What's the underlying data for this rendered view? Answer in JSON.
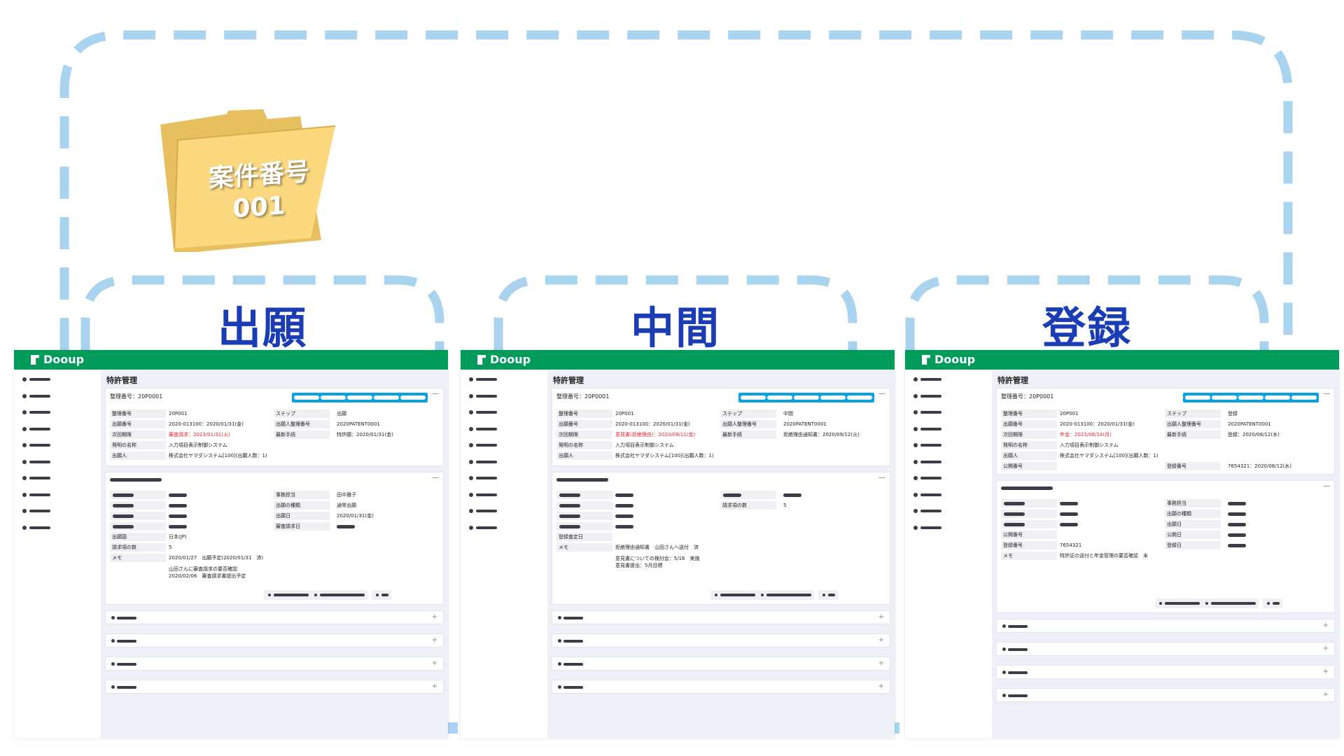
{
  "folder": {
    "line1": "案件番号",
    "line2": "001"
  },
  "colors": {
    "dash": "#a9d3ef",
    "brand_green": "#009a5a",
    "title_blue": "#1a3db5",
    "tab_blue": "#0aa0e6",
    "alert_red": "#e3262e",
    "folder_yellow": "#fcd97f"
  },
  "panels": [
    {
      "phase": "出願",
      "app_name": "Dooup",
      "section_title": "特許管理",
      "ref_no": "整理番号：20P0001",
      "left_fields": [
        {
          "label": "整理番号",
          "value": "20P001"
        },
        {
          "label": "出願番号",
          "value": "2020-013100：2020/01/31(金)"
        },
        {
          "label": "次回期限",
          "value": "審査請求：2023/01/31(火)",
          "alert": true
        },
        {
          "label": "発明の名称",
          "value": "入力項目表示制御システム"
        },
        {
          "label": "出願人",
          "value": "株式会社ヤマダシステム[100](出願人数：1)"
        }
      ],
      "right_fields": [
        {
          "label": "ステップ",
          "value": "出願"
        },
        {
          "label": "出願人整理番号",
          "value": "2020PATENT0001"
        },
        {
          "label": "最新手続",
          "value": "特許願：2020/01/31(金)"
        }
      ],
      "detail_left": [
        {
          "label": "出願国",
          "value": "日本(JP)"
        },
        {
          "label": "請求項の数",
          "value": "5"
        },
        {
          "label": "メモ",
          "value": "2020/01/27　出願予定(2020/01/31　済)"
        }
      ],
      "detail_right": [
        {
          "label": "事務担当",
          "value": "田中雅子"
        },
        {
          "label": "出願の種類",
          "value": "通常出願"
        },
        {
          "label": "出願日",
          "value": "2020/01/31(金)"
        },
        {
          "label": "審査請求日",
          "value": ""
        }
      ],
      "memo_extra": "山田さんに審査請求の要否確認\n2020/02/06　審査請求書提出予定"
    },
    {
      "phase": "中間",
      "app_name": "Dooup",
      "section_title": "特許管理",
      "ref_no": "整理番号：20P0001",
      "left_fields": [
        {
          "label": "整理番号",
          "value": "20P001"
        },
        {
          "label": "出願番号",
          "value": "2020-013100：2020/01/31(金)"
        },
        {
          "label": "次回期限",
          "value": "意見書(拒絶理由)：2020/09/11(金)",
          "alert": true
        },
        {
          "label": "発明の名称",
          "value": "入力項目表示制御システム"
        },
        {
          "label": "出願人",
          "value": "株式会社ヤマダシステム[100](出願人数：1)"
        }
      ],
      "right_fields": [
        {
          "label": "ステップ",
          "value": "中間"
        },
        {
          "label": "出願人整理番号",
          "value": "2020PATENT0001"
        },
        {
          "label": "最新手続",
          "value": "拒絶理由通知書：2020/09/12(火)"
        }
      ],
      "detail_left": [
        {
          "label": "登録査定日",
          "value": ""
        },
        {
          "label": "メモ",
          "value": "拒絶理由通知書　山田さんへ送付　済"
        }
      ],
      "detail_right": [
        {
          "label": "請求項の数",
          "value": "5"
        }
      ],
      "memo_extra": "意見書についての検討会：5/16　実施\n意見書提出：5月目標"
    },
    {
      "phase": "登録",
      "app_name": "Dooup",
      "section_title": "特許管理",
      "ref_no": "整理番号：20P0001",
      "left_fields": [
        {
          "label": "整理番号",
          "value": "20P001"
        },
        {
          "label": "出願番号",
          "value": "2020-013100：2020/01/31(金)"
        },
        {
          "label": "次回期限",
          "value": "年金：2023/08/14(月)",
          "alert": true
        },
        {
          "label": "発明の名称",
          "value": "入力項目表示制御システム"
        },
        {
          "label": "出願人",
          "value": "株式会社ヤマダシステム[100](出願人数：1)"
        },
        {
          "label": "公開番号",
          "value": ""
        }
      ],
      "right_fields": [
        {
          "label": "ステップ",
          "value": "登録"
        },
        {
          "label": "出願人整理番号",
          "value": "2020PATENT0001"
        },
        {
          "label": "最新手続",
          "value": "登録：2020/08/12(水)"
        },
        {
          "label": "登録番号",
          "value": "7654321：2020/08/12(水)"
        }
      ],
      "detail_left": [
        {
          "label": "公開番号",
          "value": ""
        },
        {
          "label": "登録番号",
          "value": "7654321"
        },
        {
          "label": "メモ",
          "value": "特許証の送付と年金管理の要否確認　未"
        }
      ],
      "detail_right": [
        {
          "label": "事務担当",
          "value": ""
        },
        {
          "label": "出願の種類",
          "value": ""
        },
        {
          "label": "出願日",
          "value": ""
        },
        {
          "label": "公開日",
          "value": ""
        },
        {
          "label": "登録日",
          "value": ""
        }
      ],
      "memo_extra": ""
    }
  ]
}
